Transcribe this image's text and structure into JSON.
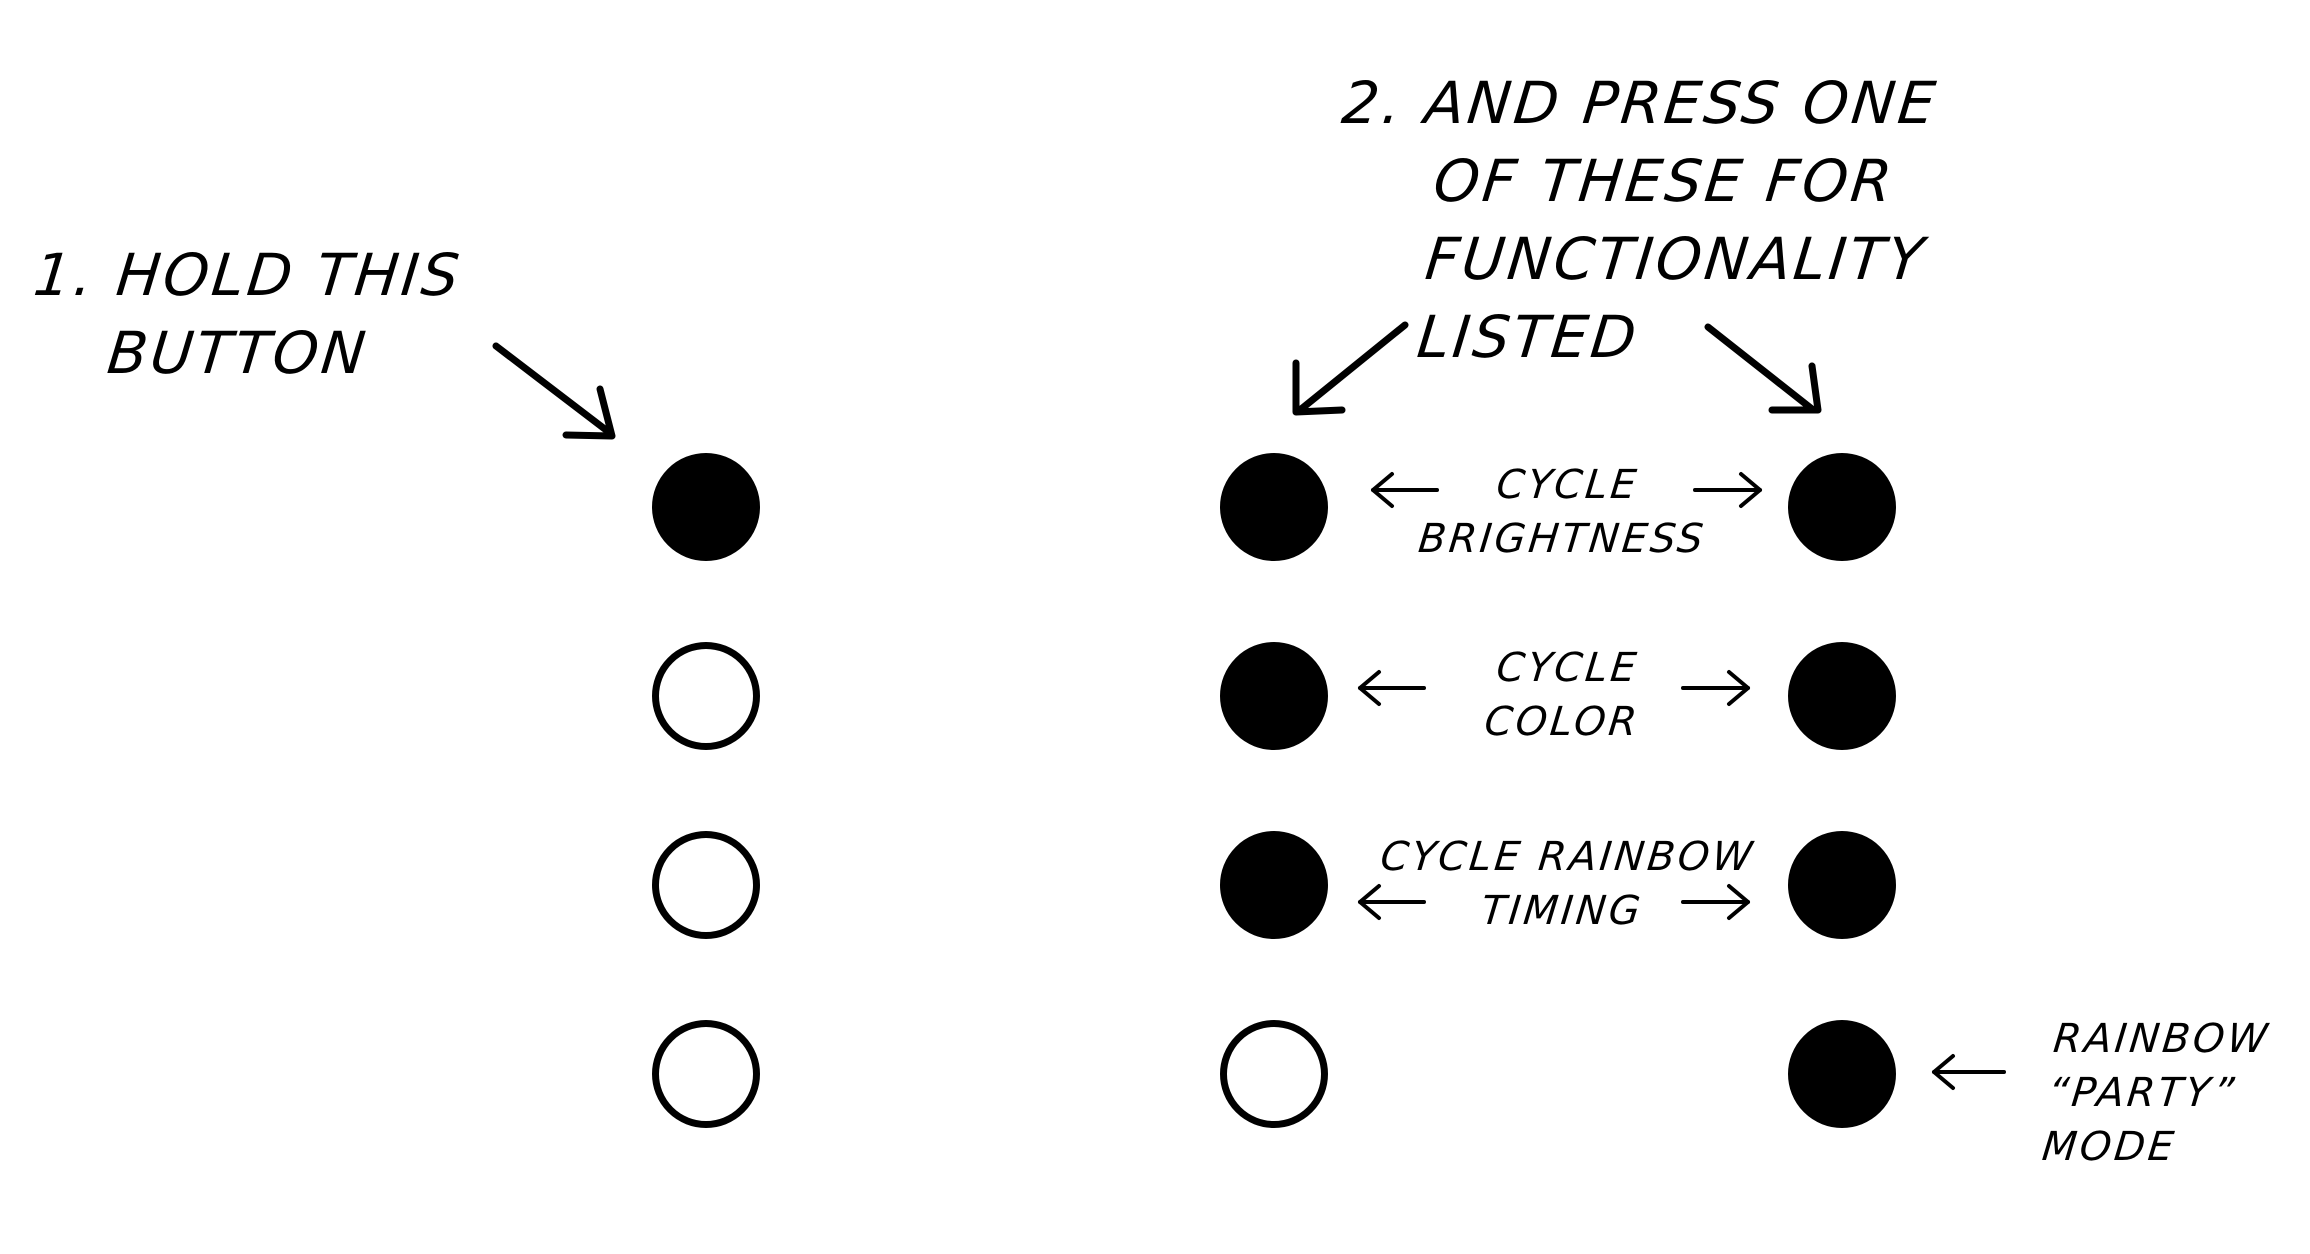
{
  "step1": {
    "lines": [
      "1. HOLD THIS",
      "BUTTON"
    ]
  },
  "step2": {
    "lines": [
      "2. AND PRESS ONE",
      "OF THESE FOR",
      "FUNCTIONALITY",
      "LISTED"
    ]
  },
  "labels": {
    "brightness": [
      "CYCLE",
      "BRIGHTNESS"
    ],
    "color": [
      "CYCLE",
      "COLOR"
    ],
    "rainbow_timing": [
      "CYCLE RAINBOW",
      "TIMING"
    ],
    "party_mode": [
      "RAINBOW",
      "“PARTY”",
      "MODE"
    ]
  },
  "buttons": {
    "left_column": [
      "filled",
      "hollow",
      "hollow",
      "hollow"
    ],
    "middle_column": [
      "filled",
      "filled",
      "filled",
      "hollow"
    ],
    "right_column": [
      "filled",
      "filled",
      "filled",
      "filled"
    ]
  },
  "colors": {
    "ink": "#000000",
    "background": "#ffffff"
  }
}
